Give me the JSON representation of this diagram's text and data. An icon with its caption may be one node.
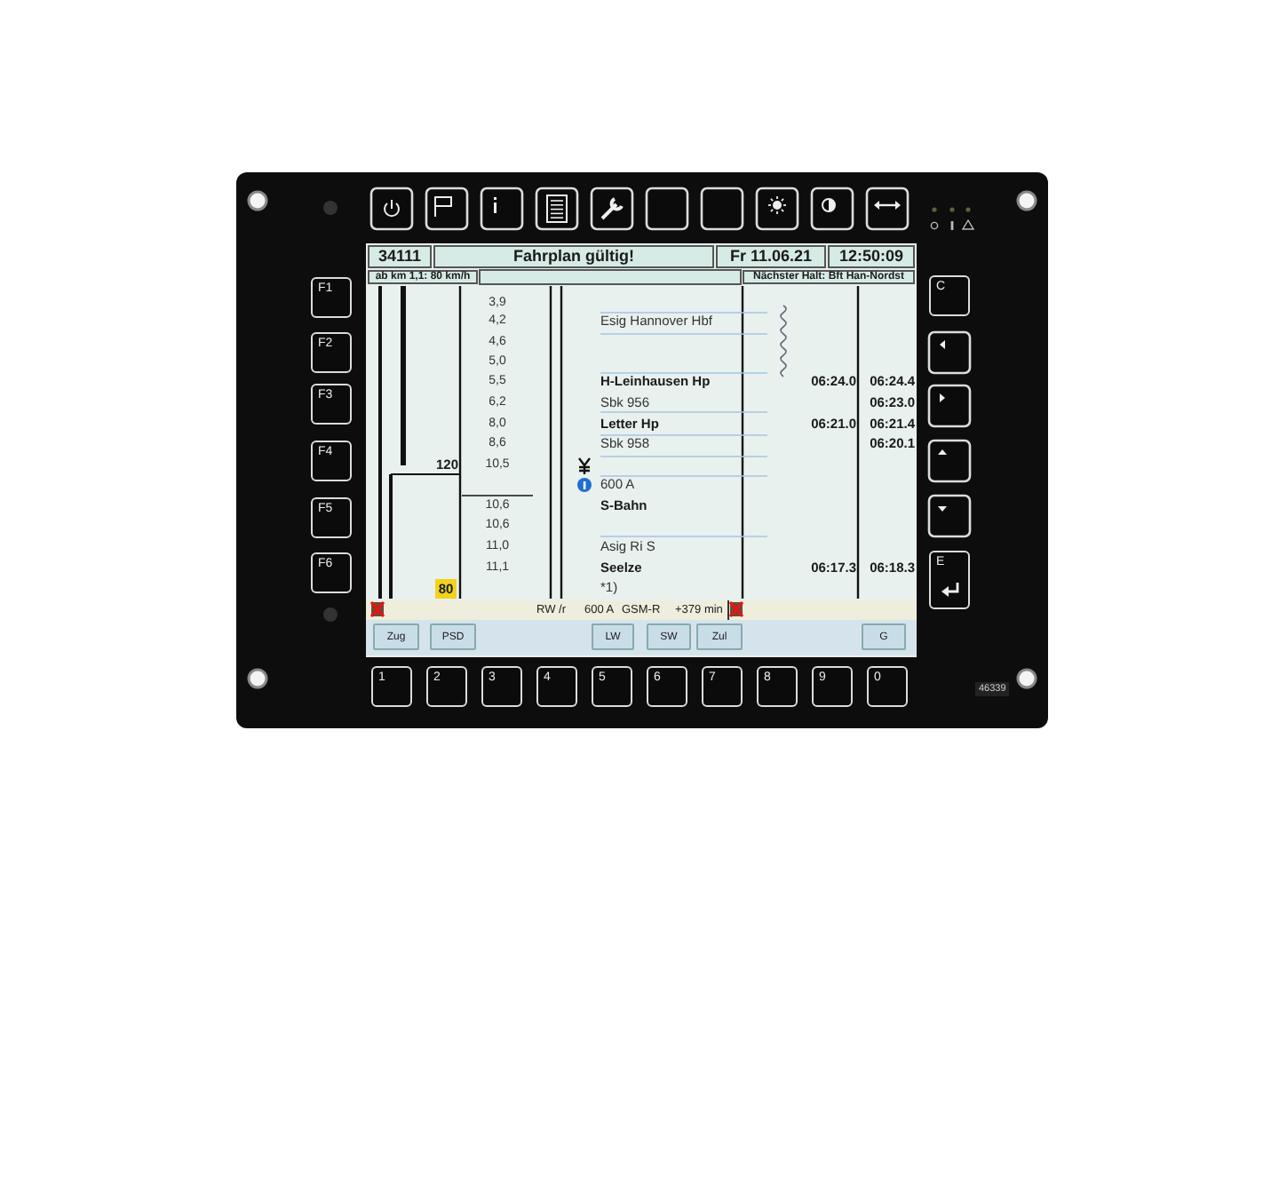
{
  "diagram": {
    "labels": [
      "34111",
      "Fahrplan gültig!",
      "Fr 11.06.21",
      "12:50:09",
      "ab km 1,1: 80 km/h",
      "Nächster Halt: Bft Han-Nordst",
      "3,9",
      "4,2",
      "Esig Hannover Hbf",
      "4,6",
      "5,0",
      "5,5",
      "H-Leinhausen Hp",
      "06:24.0",
      "06:24.4",
      "6,2",
      "Sbk 956",
      "06:23.0",
      "8,0",
      "Letter Hp",
      "06:21.0",
      "06:21.4",
      "8,6",
      "Sbk 958",
      "06:20.1",
      "120",
      "10,5",
      "600 A",
      "10,6",
      "S-Bahn",
      "10,6",
      "11,0",
      "Asig Ri S",
      "11,1",
      "Seelze",
      "06:17.3",
      "06:18.3",
      "80",
      "*1)",
      "RW /r",
      "600 A",
      "GSM-R",
      "+379 min",
      "Zug",
      "PSD",
      "LW",
      "SW",
      "Zul",
      "G",
      "F1",
      "F2",
      "F3",
      "F4",
      "F5",
      "F6",
      "C",
      "E",
      "1",
      "2",
      "3",
      "4",
      "5",
      "6",
      "7",
      "8",
      "9",
      "0",
      "46339"
    ]
  }
}
